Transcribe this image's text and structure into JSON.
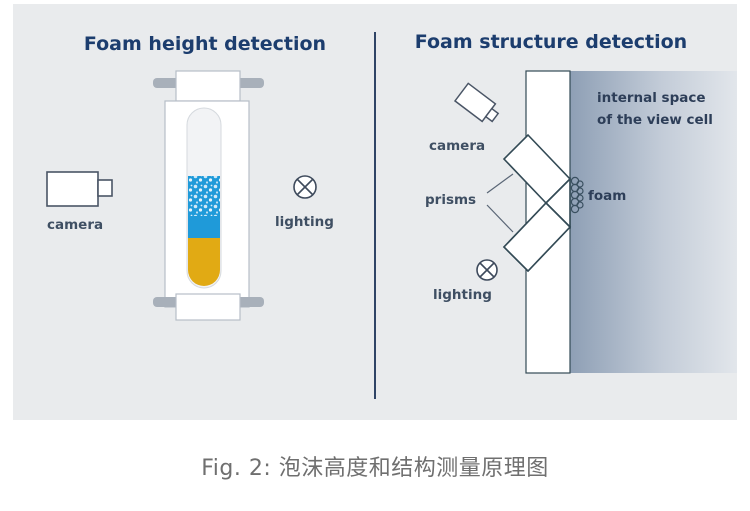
{
  "left_panel": {
    "title": "Foam height detection",
    "camera_label": "camera",
    "lighting_label": "lighting",
    "camera_icon": "camera-icon",
    "lighting_icon": "lamp-cross-icon"
  },
  "right_panel": {
    "title": "Foam structure detection",
    "camera_label": "camera",
    "lighting_label": "lighting",
    "prisms_label": "prisms",
    "foam_label": "foam",
    "space_label_line1": "internal space",
    "space_label_line2": "of the view cell",
    "camera_icon": "camera-icon",
    "lighting_icon": "lamp-cross-icon"
  },
  "caption": "Fig. 2: 泡沫高度和结构测量原理图",
  "colors": {
    "background": "#e9ebed",
    "title": "#1c3d6e",
    "foam_blue": "#1f9ad9",
    "liquid_yellow": "#e1aa14",
    "divider": "#2f4466"
  }
}
